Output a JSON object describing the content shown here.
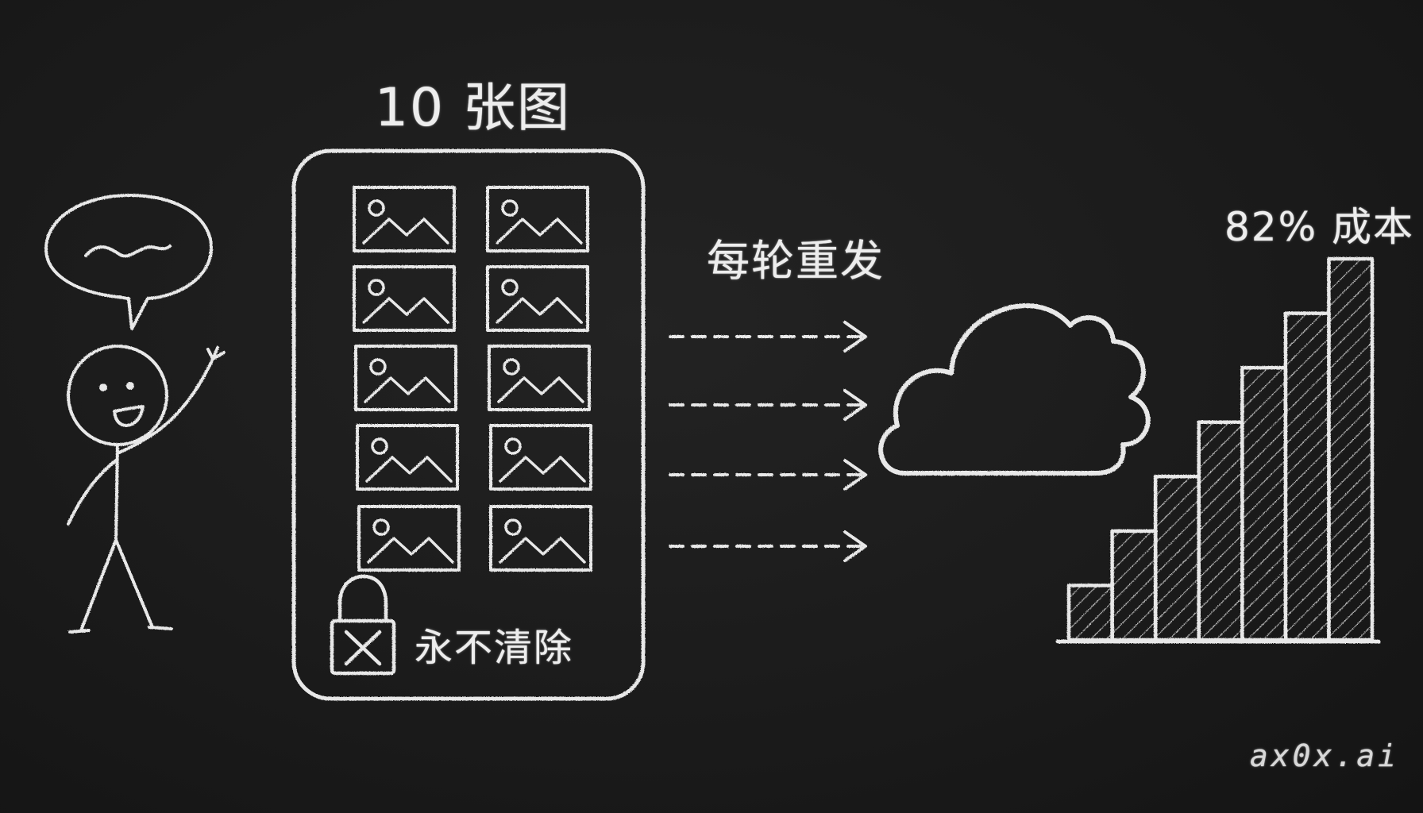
{
  "title": "10 张图",
  "resend_label": "每轮重发",
  "cost_label": "82% 成本",
  "lock_label": "永不清除",
  "brand": "ax0x.ai",
  "image_count": 10,
  "arrow_count": 4,
  "chart_data": {
    "type": "bar",
    "values": [
      1,
      2,
      3,
      4,
      5,
      6,
      7
    ],
    "annotation": "82% 成本"
  },
  "colors": {
    "background": "#1b1b1b",
    "chalk": "#e8e8e8"
  },
  "icons": {
    "person": "stick-figure-icon",
    "speech": "speech-bubble-icon",
    "image": "image-placeholder-icon",
    "lock": "padlock-icon",
    "cloud": "cloud-icon",
    "chart": "bar-chart-icon"
  }
}
